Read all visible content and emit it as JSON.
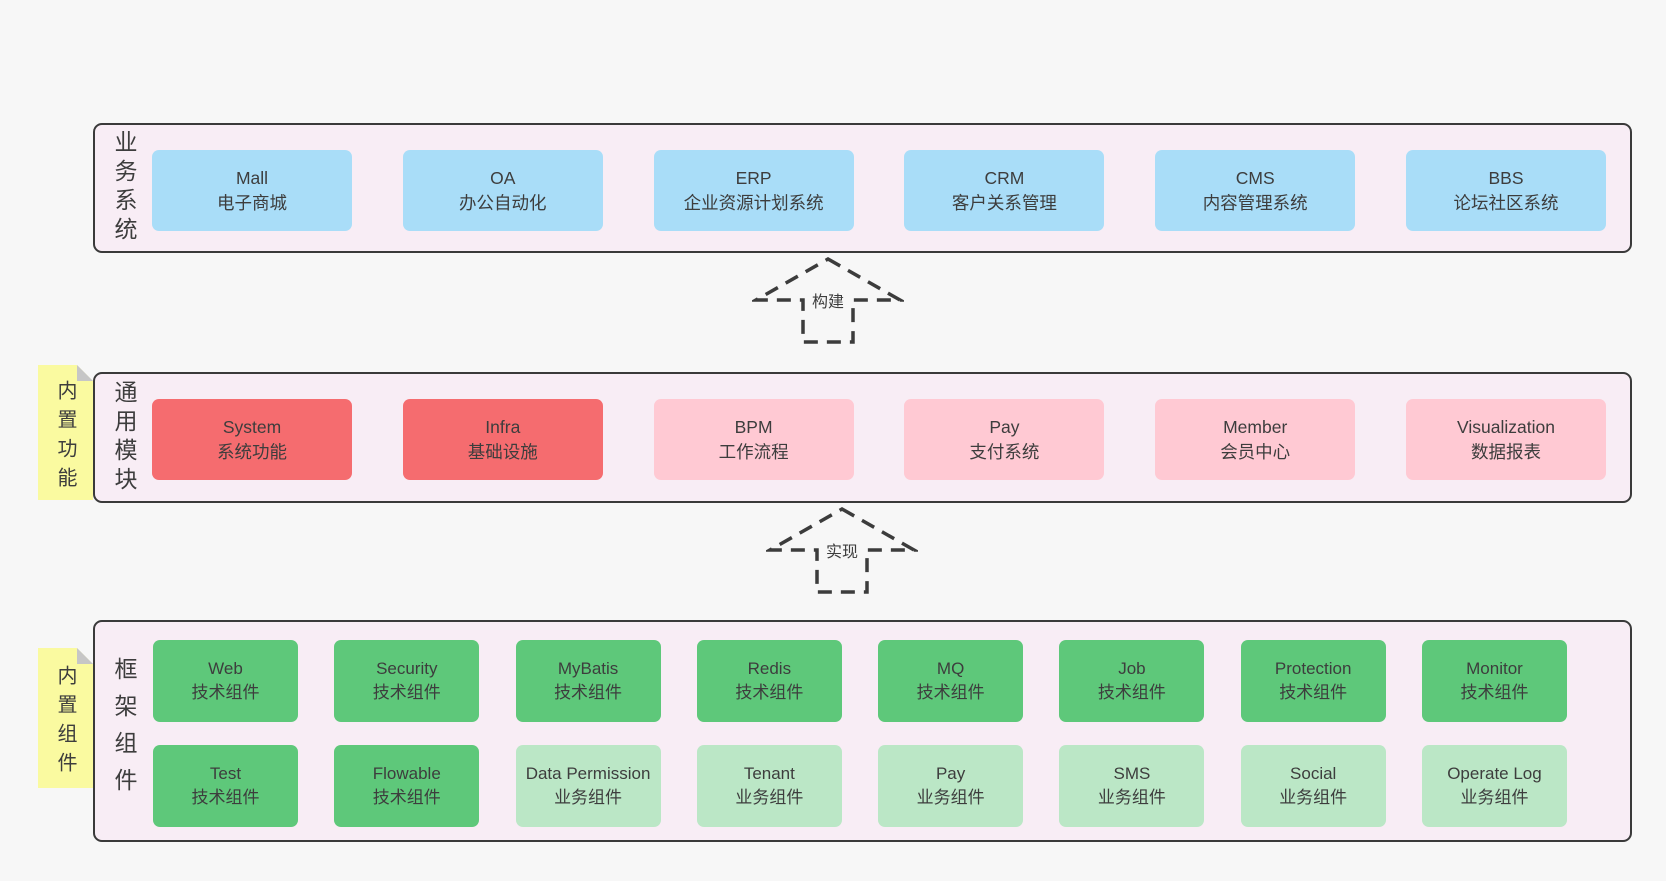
{
  "colors": {
    "page_bg": "#f7f7f7",
    "panel_bg": "#f8edf5",
    "panel_border": "#3a3a3a",
    "business_box": "#a9ddf8",
    "core_module_box": "#f56c6f",
    "optional_module_box": "#ffc9d3",
    "tech_component_box": "#5ec87a",
    "biz_component_box": "#bbe7c6",
    "sticky_note": "#fafaa0"
  },
  "arrows": [
    {
      "label": "构建"
    },
    {
      "label": "实现"
    }
  ],
  "sections": {
    "business": {
      "label": "业务系统",
      "items": [
        {
          "name": "Mall",
          "desc": "电子商城"
        },
        {
          "name": "OA",
          "desc": "办公自动化"
        },
        {
          "name": "ERP",
          "desc": "企业资源计划系统"
        },
        {
          "name": "CRM",
          "desc": "客户关系管理"
        },
        {
          "name": "CMS",
          "desc": "内容管理系统"
        },
        {
          "name": "BBS",
          "desc": "论坛社区系统"
        }
      ]
    },
    "modules": {
      "label": "通用模块",
      "note": "内置功能",
      "items": [
        {
          "name": "System",
          "desc": "系统功能"
        },
        {
          "name": "Infra",
          "desc": "基础设施"
        },
        {
          "name": "BPM",
          "desc": "工作流程"
        },
        {
          "name": "Pay",
          "desc": "支付系统"
        },
        {
          "name": "Member",
          "desc": "会员中心"
        },
        {
          "name": "Visualization",
          "desc": "数据报表"
        }
      ]
    },
    "framework": {
      "label": "框架组件",
      "note": "内置组件",
      "rows": [
        [
          {
            "name": "Web",
            "desc": "技术组件"
          },
          {
            "name": "Security",
            "desc": "技术组件"
          },
          {
            "name": "MyBatis",
            "desc": "技术组件"
          },
          {
            "name": "Redis",
            "desc": "技术组件"
          },
          {
            "name": "MQ",
            "desc": "技术组件"
          },
          {
            "name": "Job",
            "desc": "技术组件"
          },
          {
            "name": "Protection",
            "desc": "技术组件"
          },
          {
            "name": "Monitor",
            "desc": "技术组件"
          }
        ],
        [
          {
            "name": "Test",
            "desc": "技术组件"
          },
          {
            "name": "Flowable",
            "desc": "技术组件"
          },
          {
            "name": "Data Permission",
            "desc": "业务组件"
          },
          {
            "name": "Tenant",
            "desc": "业务组件"
          },
          {
            "name": "Pay",
            "desc": "业务组件"
          },
          {
            "name": "SMS",
            "desc": "业务组件"
          },
          {
            "name": "Social",
            "desc": "业务组件"
          },
          {
            "name": "Operate Log",
            "desc": "业务组件"
          }
        ]
      ]
    }
  }
}
